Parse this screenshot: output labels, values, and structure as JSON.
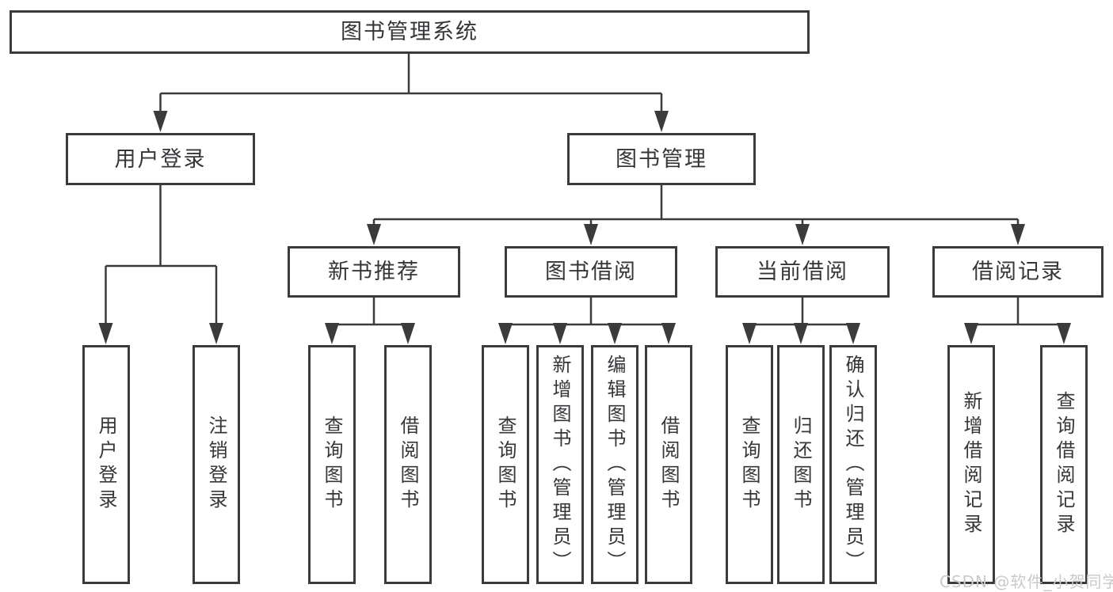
{
  "diagram_title": "图书管理系统",
  "colors": {
    "line": "#3b3b3d",
    "node_border": "#3b3b3d",
    "node_text": "#36363a",
    "background": "#ffffff",
    "watermark_text_color": "#c9c9ce"
  },
  "tree": {
    "root": {
      "label": "图书管理系统"
    },
    "branches": [
      {
        "label": "用户登录",
        "children": [
          {
            "label": "用户登录"
          },
          {
            "label": "注销登录"
          }
        ]
      },
      {
        "label": "图书管理",
        "children": [
          {
            "label": "新书推荐",
            "children": [
              {
                "label": "查询图书"
              },
              {
                "label": "借阅图书"
              }
            ]
          },
          {
            "label": "图书借阅",
            "children": [
              {
                "label": "查询图书"
              },
              {
                "label": "新增图书（管理员）"
              },
              {
                "label": "编辑图书（管理员）"
              },
              {
                "label": "借阅图书"
              }
            ]
          },
          {
            "label": "当前借阅",
            "children": [
              {
                "label": "查询图书"
              },
              {
                "label": "归还图书"
              },
              {
                "label": "确认归还（管理员）"
              }
            ]
          },
          {
            "label": "借阅记录",
            "children": [
              {
                "label": "新增借阅记录"
              },
              {
                "label": "查询借阅记录"
              }
            ]
          }
        ]
      }
    ]
  },
  "watermark": {
    "text": "CSDN @软件_小贺同学"
  }
}
